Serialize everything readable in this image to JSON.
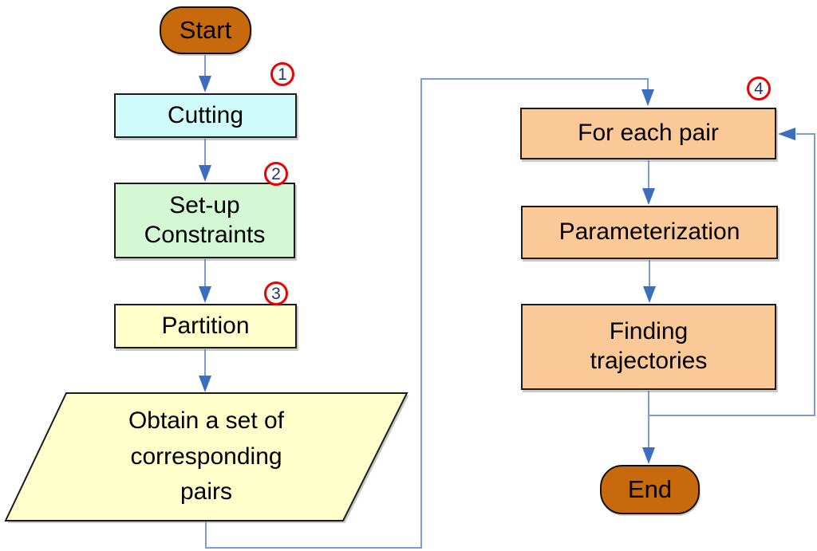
{
  "diagram": {
    "type": "flowchart",
    "nodes": {
      "start": {
        "label": "Start",
        "shape": "terminator"
      },
      "cutting": {
        "label": "Cutting",
        "shape": "process",
        "step": "1",
        "fill": "#CFFBFB"
      },
      "setup": {
        "lines": [
          "Set-up",
          "Constraints"
        ],
        "shape": "process",
        "step": "2",
        "fill": "#D3F8D3"
      },
      "partition": {
        "label": "Partition",
        "shape": "process",
        "step": "3",
        "fill": "#FFFFCC"
      },
      "obtain": {
        "lines": [
          "Obtain a set of",
          "corresponding",
          "pairs"
        ],
        "shape": "parallelogram",
        "fill": "#FFFFCC"
      },
      "foreach": {
        "label": "For each pair",
        "shape": "process",
        "step": "4",
        "fill": "#FBC997"
      },
      "parameterization": {
        "label": "Parameterization",
        "shape": "process",
        "fill": "#FBC997"
      },
      "finding": {
        "lines": [
          "Finding",
          "trajectories"
        ],
        "shape": "process",
        "fill": "#FBC997"
      },
      "end": {
        "label": "End",
        "shape": "terminator"
      }
    },
    "edges": [
      "start->cutting",
      "cutting->setup",
      "setup->partition",
      "partition->obtain",
      "obtain->foreach",
      "foreach->parameterization",
      "parameterization->finding",
      "finding->end",
      "finding->foreach (loop back)"
    ],
    "colors": {
      "terminator_fill": "#C8690E",
      "line": "#7C9BD7",
      "arrowhead": "#3D6EBE",
      "badge_ring": "#EE0000",
      "badge_text": "#1F3864",
      "border": "#1c1c1c"
    }
  }
}
